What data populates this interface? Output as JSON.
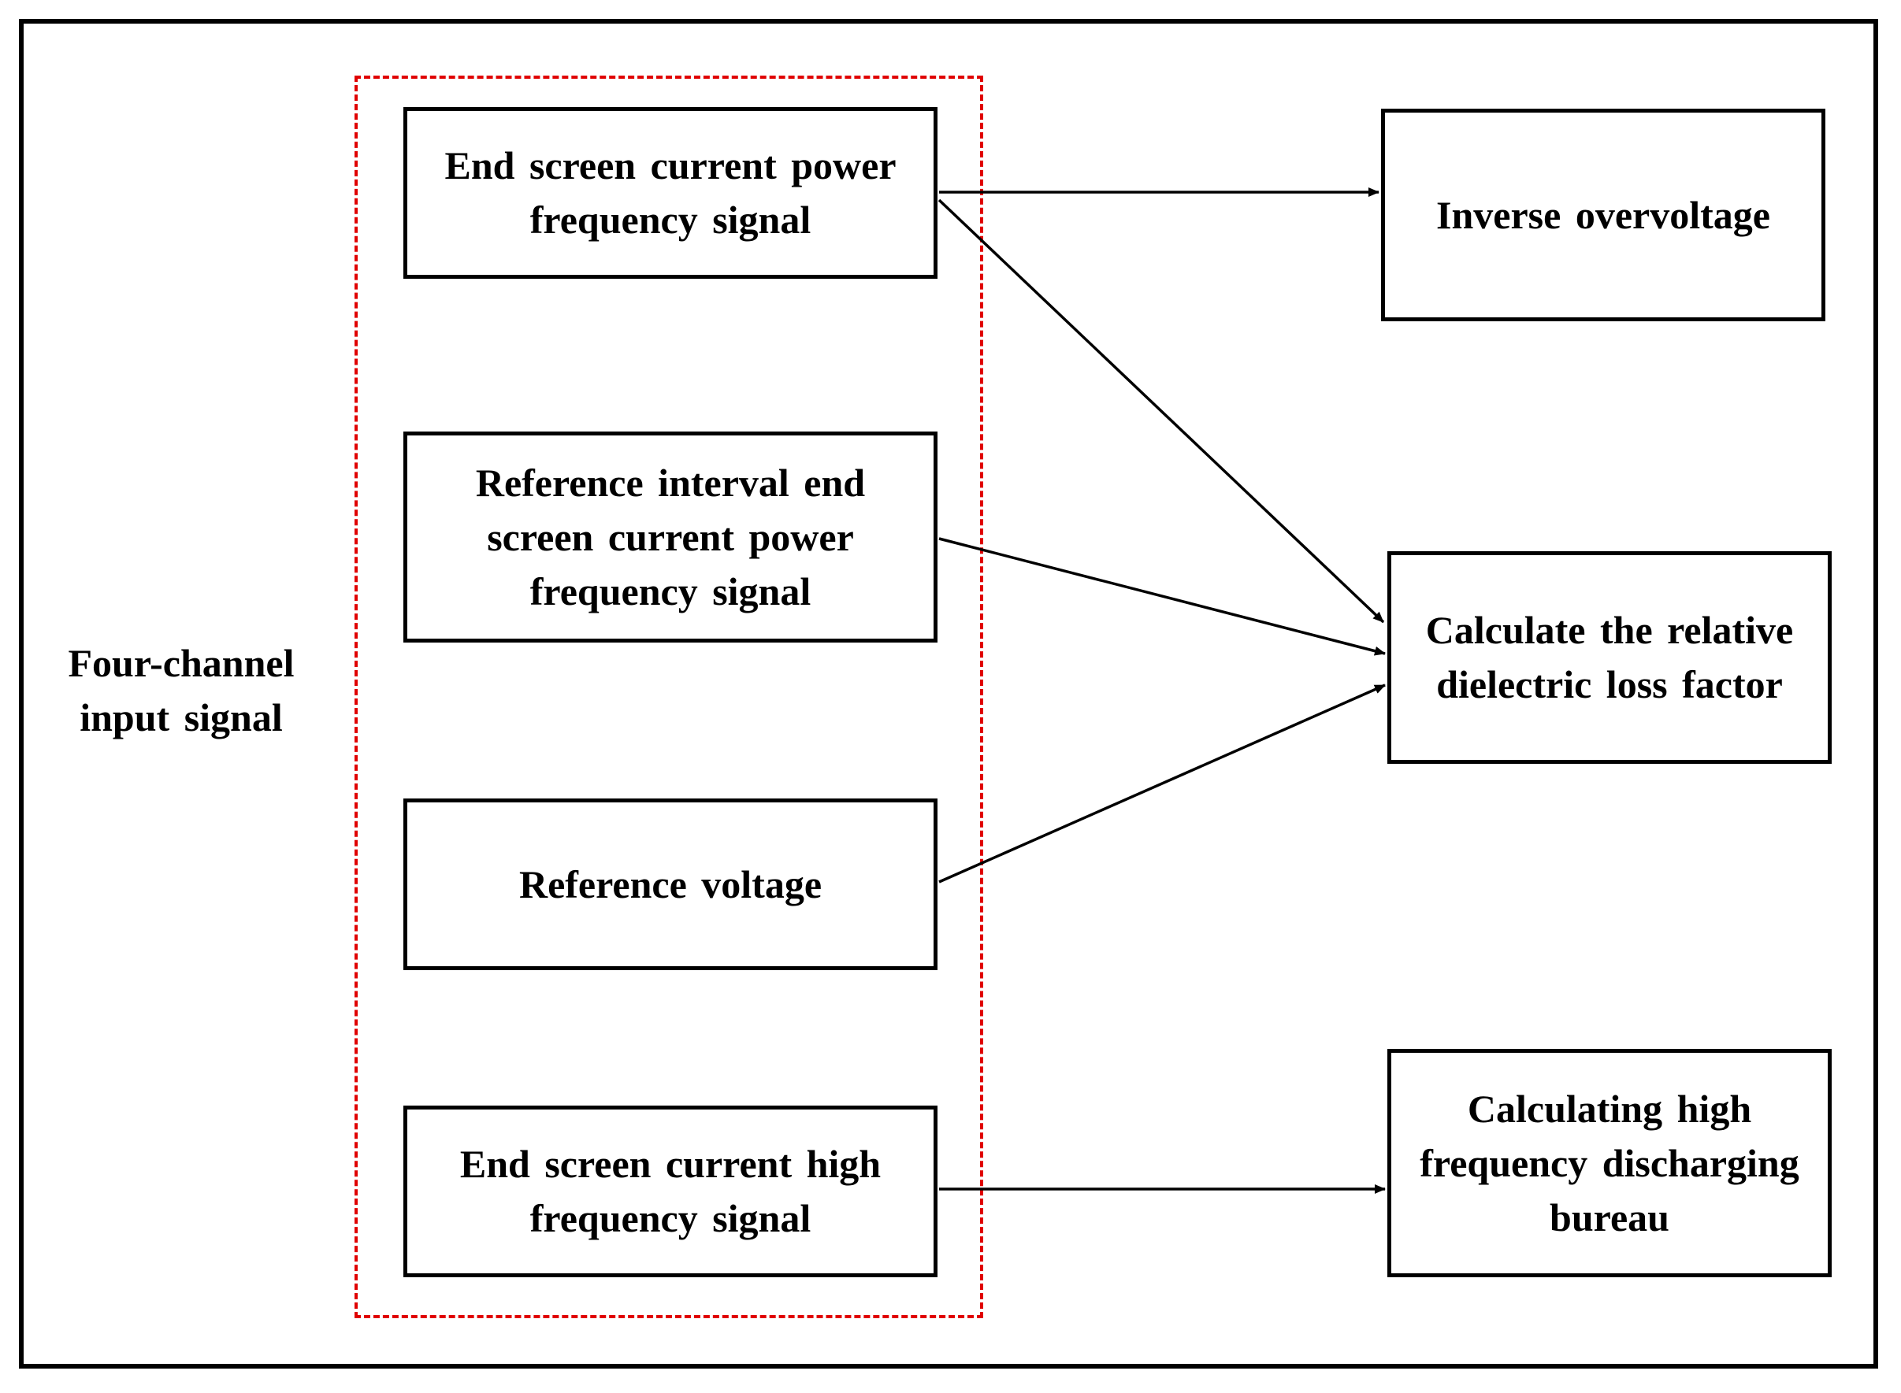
{
  "diagram": {
    "side_label": "Four-channel input signal",
    "inputs": [
      {
        "label": "End screen current power frequency signal"
      },
      {
        "label": "Reference interval end screen current power frequency signal"
      },
      {
        "label": "Reference voltage"
      },
      {
        "label": "End screen current high frequency signal"
      }
    ],
    "outputs": [
      {
        "label": "Inverse overvoltage"
      },
      {
        "label": "Calculate the relative dielectric loss factor"
      },
      {
        "label": "Calculating high frequency discharging bureau"
      }
    ],
    "connections": [
      {
        "from": "End screen current power frequency signal",
        "to": "Inverse overvoltage"
      },
      {
        "from": "End screen current power frequency signal",
        "to": "Calculate the relative dielectric loss factor"
      },
      {
        "from": "Reference interval end screen current power frequency signal",
        "to": "Calculate the relative dielectric loss factor"
      },
      {
        "from": "Reference voltage",
        "to": "Calculate the relative dielectric loss factor"
      },
      {
        "from": "End screen current high frequency signal",
        "to": "Calculating high frequency discharging bureau"
      }
    ],
    "colors": {
      "group_border": "#e00000",
      "box_border": "#000000",
      "arrow": "#000000"
    }
  }
}
